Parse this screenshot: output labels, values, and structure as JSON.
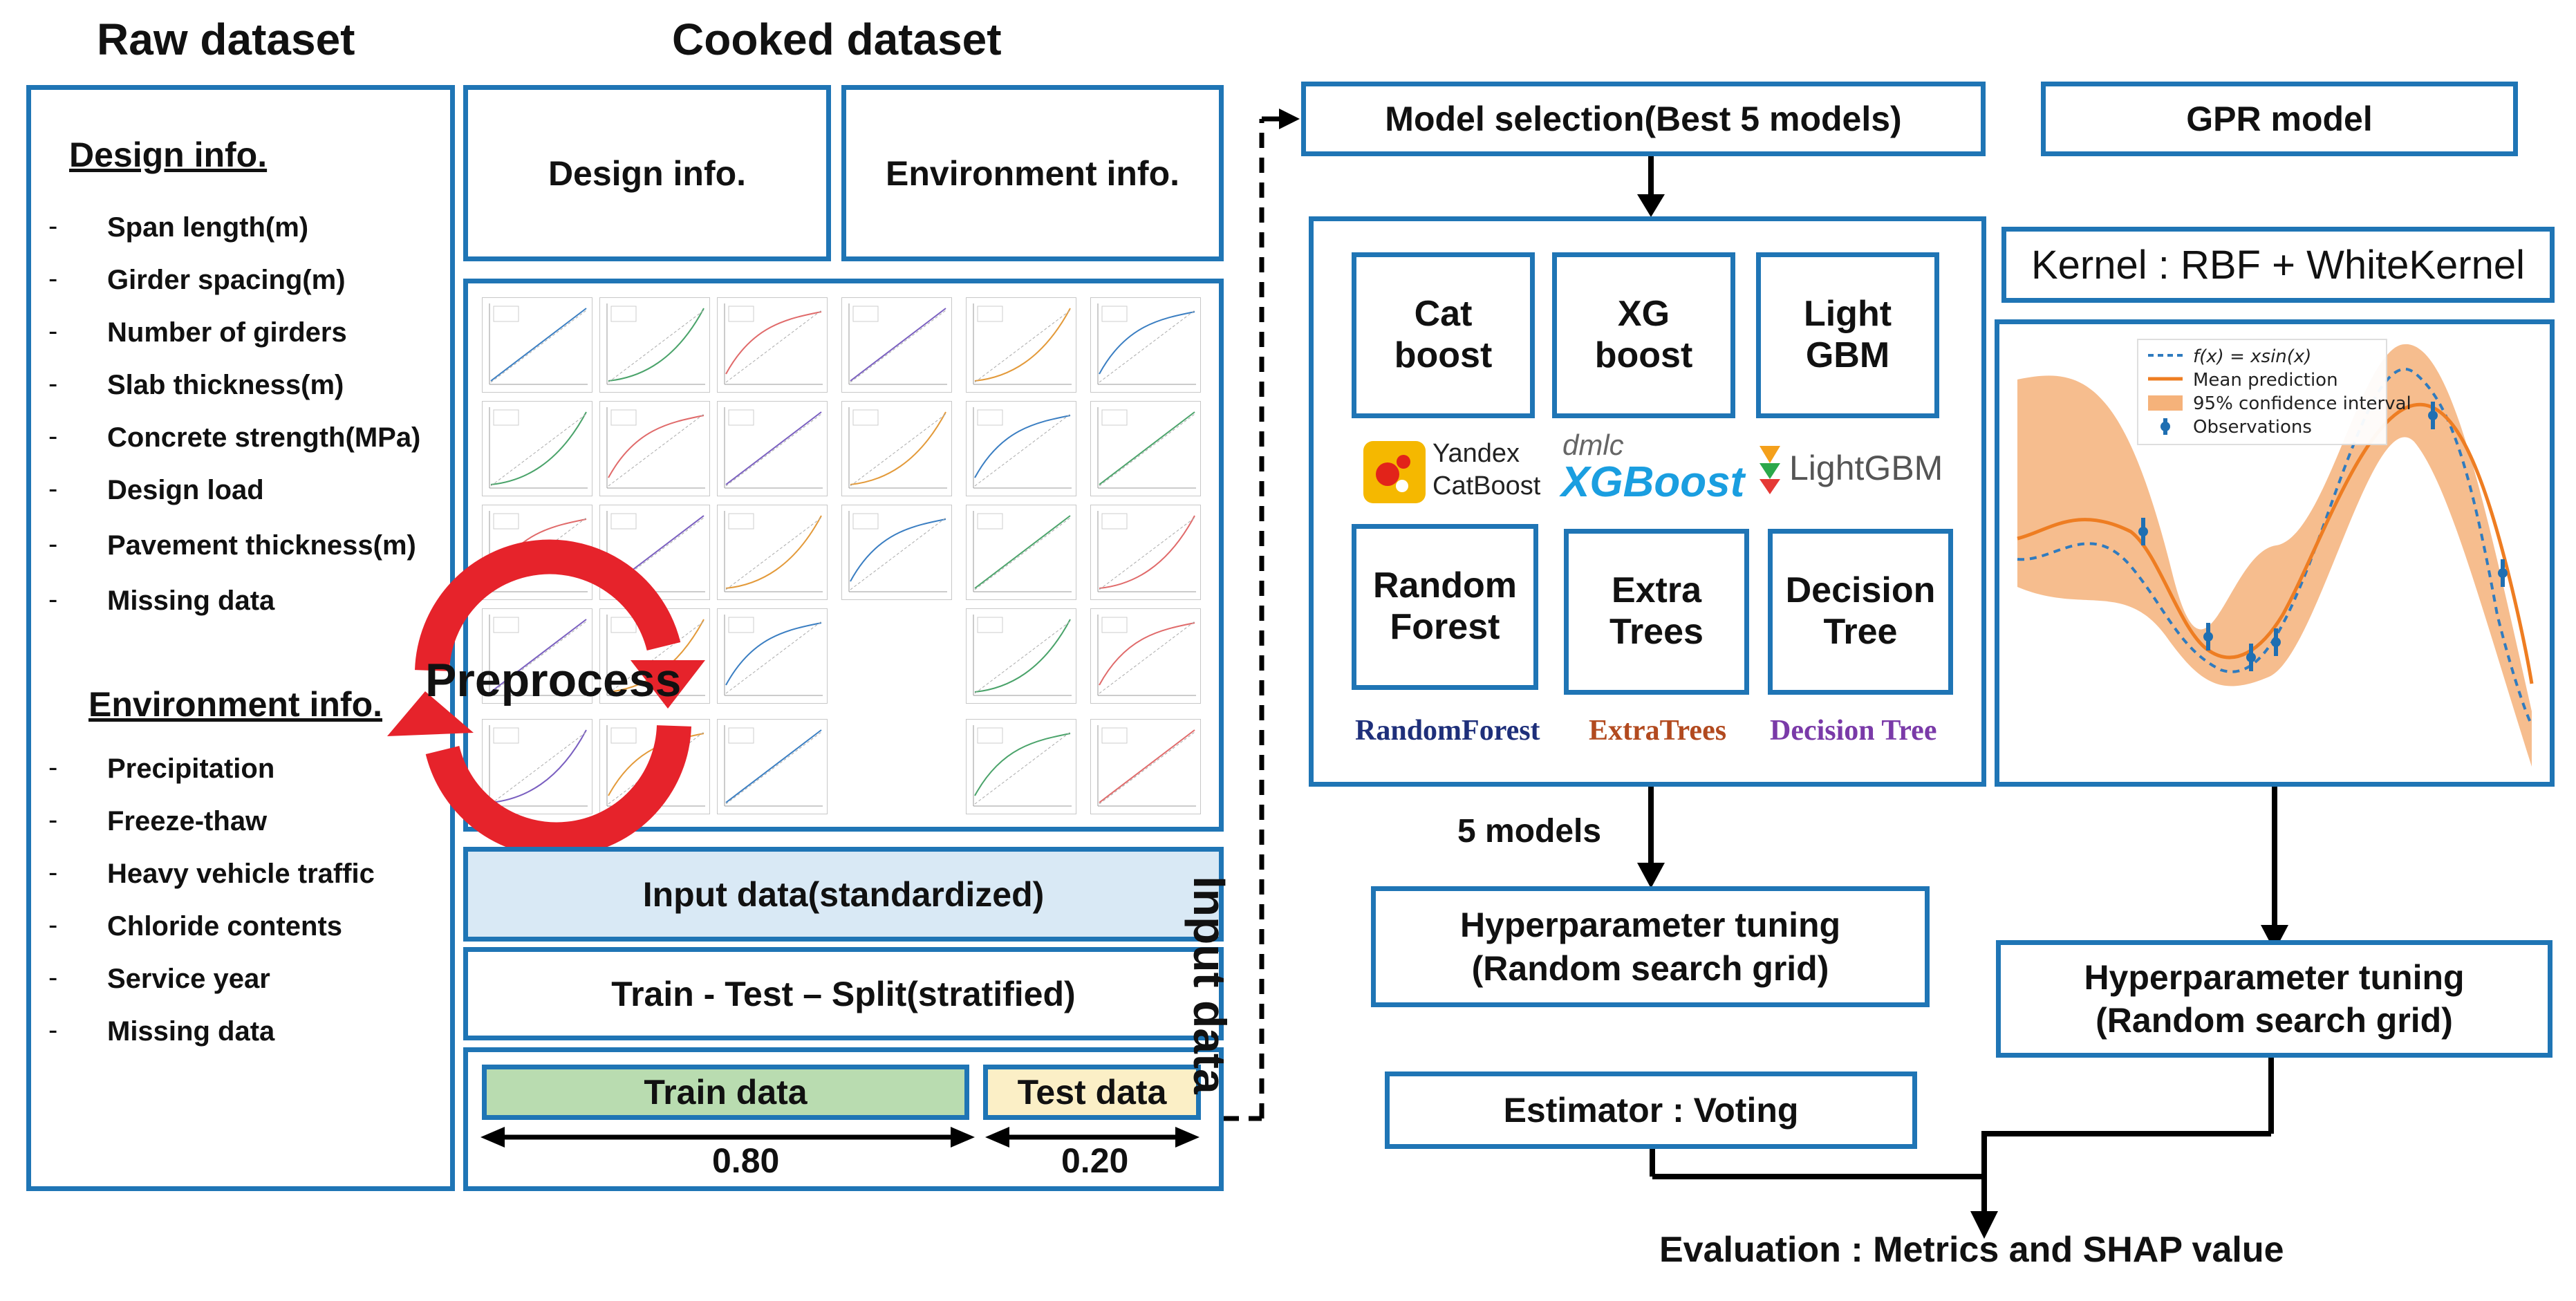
{
  "headings": {
    "raw": "Raw dataset",
    "cooked": "Cooked dataset"
  },
  "raw_dataset": {
    "design_title": "Design info.",
    "design_items": [
      "Span length(m)",
      "Girder spacing(m)",
      "Number of girders",
      "Slab thickness(m)",
      "Concrete strength(MPa)",
      "Design load",
      "Pavement thickness(m)",
      "Missing data"
    ],
    "environment_title": "Environment info.",
    "environment_items": [
      "Precipitation",
      "Freeze-thaw",
      "Heavy vehicle traffic",
      "Chloride contents",
      "Service year",
      "Missing data"
    ]
  },
  "cooked_dataset": {
    "design_box": "Design info.",
    "environment_box": "Environment info.",
    "preprocess": "Preprocess",
    "input_data": "Input data(standardized)",
    "split": "Train - Test – Split(stratified)",
    "train": "Train data",
    "test": "Test data",
    "train_ratio": "0.80",
    "test_ratio": "0.20"
  },
  "input_data_label": "Input data",
  "model_selection": {
    "title": "Model selection(Best 5 models)",
    "models": [
      {
        "name": "Cat\nboost",
        "logo": [
          "Yandex",
          "CatBoost"
        ]
      },
      {
        "name": "XG\nboost",
        "logo": [
          "dmlc",
          "XGBoost"
        ]
      },
      {
        "name": "Light\nGBM",
        "logo": [
          "LightGBM"
        ]
      },
      {
        "name": "Random\nForest",
        "logo": [
          "RandomForest"
        ]
      },
      {
        "name": "Extra\nTrees",
        "logo": [
          "ExtraTrees"
        ]
      },
      {
        "name": "Decision\nTree",
        "logo": [
          "Decision Tree"
        ]
      }
    ],
    "count_label": "5 models",
    "tuning": "Hyperparameter tuning\n(Random search grid)",
    "estimator": "Estimator : Voting"
  },
  "gpr": {
    "title": "GPR model",
    "kernel": "Kernel : RBF + WhiteKernel",
    "legend": [
      "f(x) = xsin(x)",
      "Mean prediction",
      "95% confidence interval",
      "Observations"
    ],
    "tuning": "Hyperparameter tuning\n(Random search grid)"
  },
  "evaluation": "Evaluation : Metrics and SHAP value",
  "colors": {
    "border": "#1f75b5",
    "input_fill": "#d9e9f5",
    "train_fill": "#b9dcb0",
    "test_fill": "#fbefc6",
    "preprocess_arrow": "#e6232b",
    "gpr_band": "#f5b27a",
    "gpr_line": "#ee7d22",
    "gpr_true": "#2f7bbf"
  }
}
